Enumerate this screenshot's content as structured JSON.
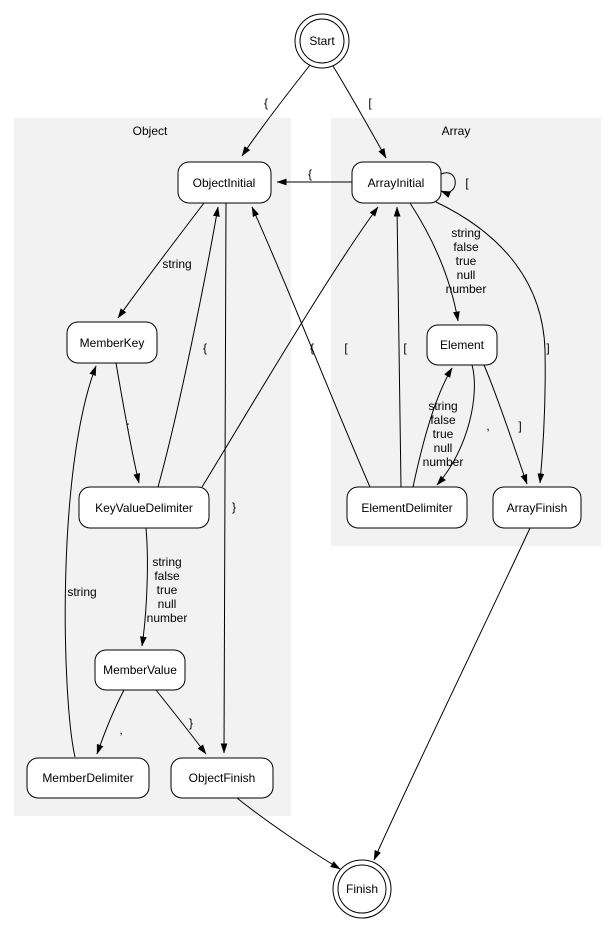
{
  "diagram": {
    "clusters": {
      "object": {
        "label": "Object"
      },
      "array": {
        "label": "Array"
      }
    },
    "nodes": {
      "start": {
        "label": "Start"
      },
      "object_initial": {
        "label": "ObjectInitial"
      },
      "array_initial": {
        "label": "ArrayInitial"
      },
      "member_key": {
        "label": "MemberKey"
      },
      "element": {
        "label": "Element"
      },
      "key_value_delimiter": {
        "label": "KeyValueDelimiter"
      },
      "element_delimiter": {
        "label": "ElementDelimiter"
      },
      "array_finish": {
        "label": "ArrayFinish"
      },
      "member_value": {
        "label": "MemberValue"
      },
      "member_delimiter": {
        "label": "MemberDelimiter"
      },
      "object_finish": {
        "label": "ObjectFinish"
      },
      "finish": {
        "label": "Finish"
      }
    },
    "edge_labels": {
      "start_to_object_initial": "{",
      "start_to_array_initial": "[",
      "array_initial_to_object_initial": "{",
      "array_initial_self_loop": "[",
      "object_initial_to_member_key": "string",
      "object_initial_to_object_finish": "}",
      "member_key_to_key_value_delimiter": ":",
      "key_value_delimiter_to_member_value": [
        "string",
        "false",
        "true",
        "null",
        "number"
      ],
      "key_value_delimiter_to_object_initial": "{",
      "key_value_delimiter_to_array_initial": "[",
      "member_value_to_member_delimiter": ",",
      "member_value_to_object_finish": "}",
      "member_delimiter_to_member_key": "string",
      "array_initial_to_element": [
        "string",
        "false",
        "true",
        "null",
        "number"
      ],
      "array_initial_to_array_finish": "]",
      "element_to_element_delimiter": ",",
      "element_to_array_finish": "]",
      "element_delimiter_to_element": [
        "string",
        "false",
        "true",
        "null",
        "number"
      ],
      "element_delimiter_to_object_initial": "{",
      "element_delimiter_to_array_initial": "["
    },
    "colors": {
      "cluster_fill": "#f2f2f2",
      "node_fill": "#ffffff",
      "stroke": "#000000",
      "background": "#ffffff"
    }
  }
}
